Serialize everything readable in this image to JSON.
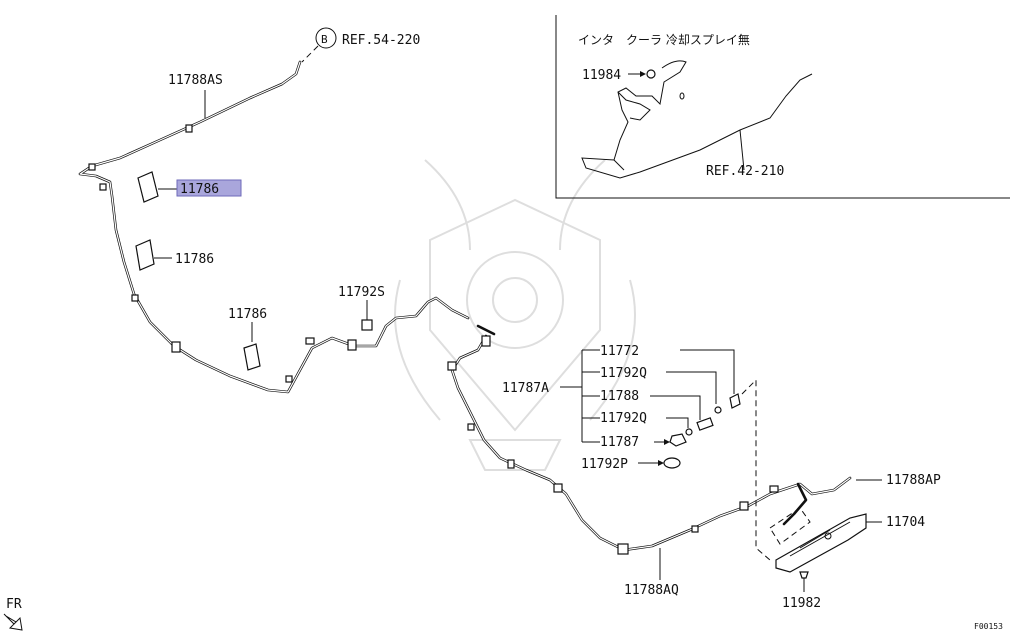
{
  "labels": {
    "ref_b": "B",
    "ref_54": "REF.54-220",
    "p_11788AS": "11788AS",
    "p_11786_hl": "11786",
    "p_11786_b": "11786",
    "p_11786_c": "11786",
    "p_11792S": "11792S",
    "p_11772": "11772",
    "p_11792Q_a": "11792Q",
    "p_11787A": "11787A",
    "p_11788": "11788",
    "p_11792Q_b": "11792Q",
    "p_11787": "11787",
    "p_11792P": "11792P",
    "p_11788AP": "11788AP",
    "p_11704": "11704",
    "p_11788AQ": "11788AQ",
    "p_11982": "11982",
    "fr": "FR",
    "fig_id": "F00153"
  },
  "inset": {
    "title": "インタ　クーラ 冷却スプレイ無",
    "p_11984": "11984",
    "ref_42": "REF.42-210"
  },
  "highlight_color": "#a9a6dc"
}
